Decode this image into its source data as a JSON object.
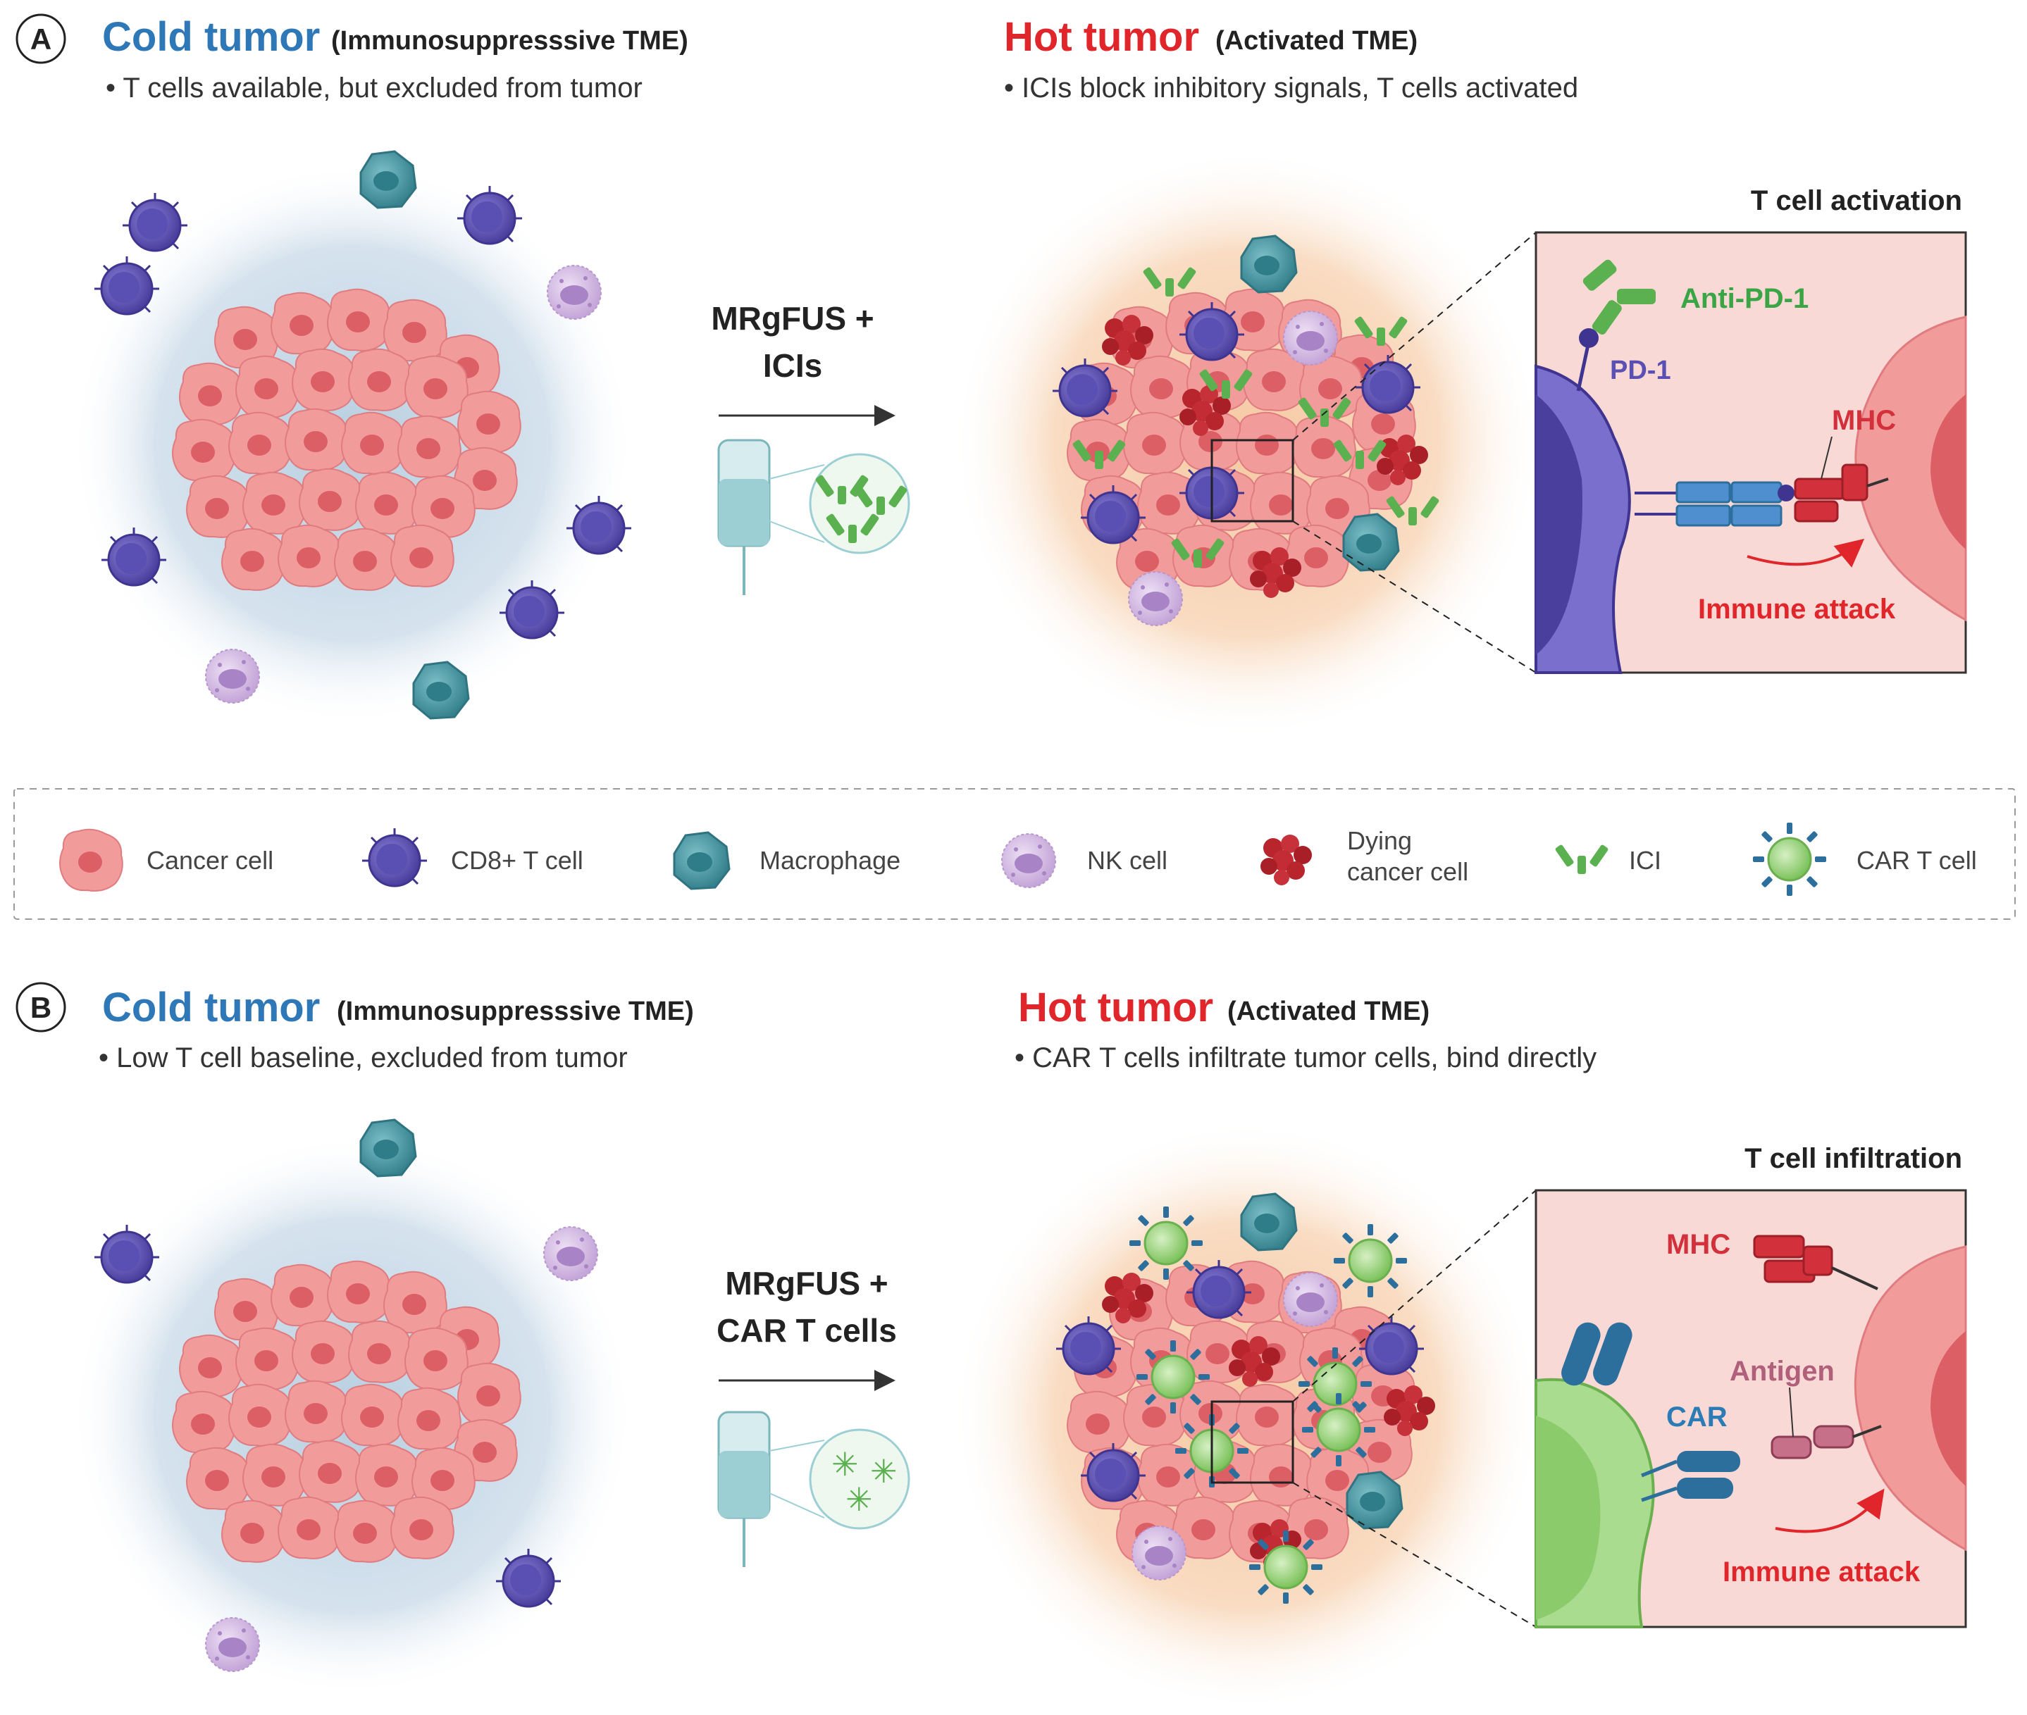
{
  "panel_a": {
    "badge": "A",
    "left": {
      "title": "Cold tumor",
      "subtitle": "(Immunosuppresssive TME)",
      "bullet": "• T cells available, but excluded from tumor"
    },
    "therapy_line1": "MRgFUS +",
    "therapy_line2": "ICIs",
    "right": {
      "title": "Hot tumor",
      "subtitle": "(Activated TME)",
      "bullet": "• ICIs block inhibitory signals, T cells activated"
    },
    "inset": {
      "title": "T cell activation",
      "anti_pd1": "Anti-PD-1",
      "pd1": "PD-1",
      "mhc": "MHC",
      "attack": "Immune attack"
    }
  },
  "legend": {
    "items": [
      {
        "label": "Cancer cell",
        "icon": "cancer-cell-icon"
      },
      {
        "label": "CD8+ T cell",
        "icon": "cd8-t-cell-icon"
      },
      {
        "label": "Macrophage",
        "icon": "macrophage-icon"
      },
      {
        "label": "NK cell",
        "icon": "nk-cell-icon"
      },
      {
        "label_line1": "Dying",
        "label_line2": "cancer cell",
        "icon": "dying-cancer-cell-icon"
      },
      {
        "label": "ICI",
        "icon": "ici-antibody-icon"
      },
      {
        "label": "CAR T cell",
        "icon": "car-t-cell-icon"
      }
    ]
  },
  "panel_b": {
    "badge": "B",
    "left": {
      "title": "Cold tumor",
      "subtitle": "(Immunosuppresssive TME)",
      "bullet": "• Low T cell baseline, excluded from tumor"
    },
    "therapy_line1": "MRgFUS +",
    "therapy_line2": "CAR T cells",
    "right": {
      "title": "Hot tumor",
      "subtitle": "(Activated TME)",
      "bullet": "• CAR T cells infiltrate tumor cells, bind directly"
    },
    "inset": {
      "title": "T cell infiltration",
      "mhc": "MHC",
      "antigen": "Antigen",
      "car": "CAR",
      "attack": "Immune attack"
    }
  },
  "colors": {
    "cold_title": "#2e78b8",
    "hot_title": "#e0262b",
    "cancer_cell": "#ee8a8a",
    "cd8_t_cell": "#6b5fb8",
    "macrophage": "#4a9aa6",
    "nk_cell": "#c9aadc",
    "dying_cell": "#b8252c",
    "ici": "#5bb04f",
    "car_t_cell": "#9bd37f"
  }
}
